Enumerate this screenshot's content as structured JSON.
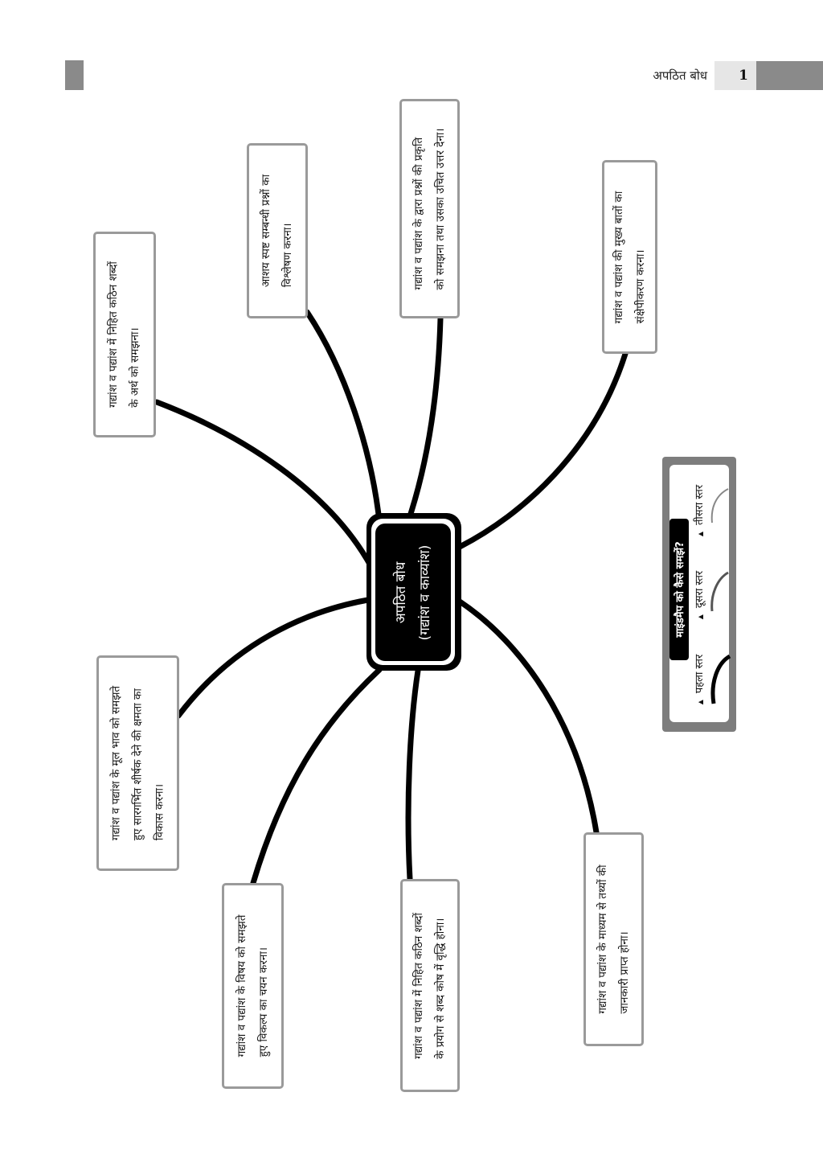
{
  "header": {
    "running_title": "अपठित बोध",
    "page_number": "1"
  },
  "center_node": {
    "line1": "अपठित बोध",
    "line2": "(गद्यांश व काव्यांश)"
  },
  "branches": [
    {
      "id": "A",
      "lines": [
        "गद्यांश व पद्यांश में निहित कठिन शब्दों",
        "के अर्थ को समझना।"
      ]
    },
    {
      "id": "B",
      "lines": [
        "आशय स्पष्ट सम्बन्धी प्रश्नों का",
        "विश्लेषण करना।"
      ]
    },
    {
      "id": "C",
      "lines": [
        "गद्यांश व पद्यांश के द्वारा प्रश्नों की प्रकृति",
        "को समझना तथा उसका उचित उत्तर देना।"
      ]
    },
    {
      "id": "D",
      "lines": [
        "गद्यांश व पद्यांश की मुख्य बातों का",
        "संक्षेपीकरण करना।"
      ]
    },
    {
      "id": "E",
      "lines": [
        "गद्यांश व पद्यांश के मूल भाव को समझते",
        "हुए सारगर्भित शीर्षक देने की क्षमता का",
        "विकास करना।"
      ]
    },
    {
      "id": "F",
      "lines": [
        "गद्यांश व पद्यांश के विषय को समझते",
        "हुए विकल्प का चयन करना।"
      ]
    },
    {
      "id": "G",
      "lines": [
        "गद्यांश व पद्यांश में निहित कठिन शब्दों",
        "के प्रयोग से शब्द कोष में वृद्धि होना।"
      ]
    },
    {
      "id": "H",
      "lines": [
        "गद्यांश व पद्यांश के माध्यम से तथ्यों की",
        "जानकारी प्राप्त होना।"
      ]
    }
  ],
  "legend": {
    "title": "माइंडमैप को कैसे समझें?",
    "items": [
      {
        "label": "पहला स्तर",
        "color": "#000000"
      },
      {
        "label": "दूसरा स्तर",
        "color": "#555555"
      },
      {
        "label": "तीसरा स्तर",
        "color": "#888888"
      }
    ],
    "bullet": "▲"
  }
}
